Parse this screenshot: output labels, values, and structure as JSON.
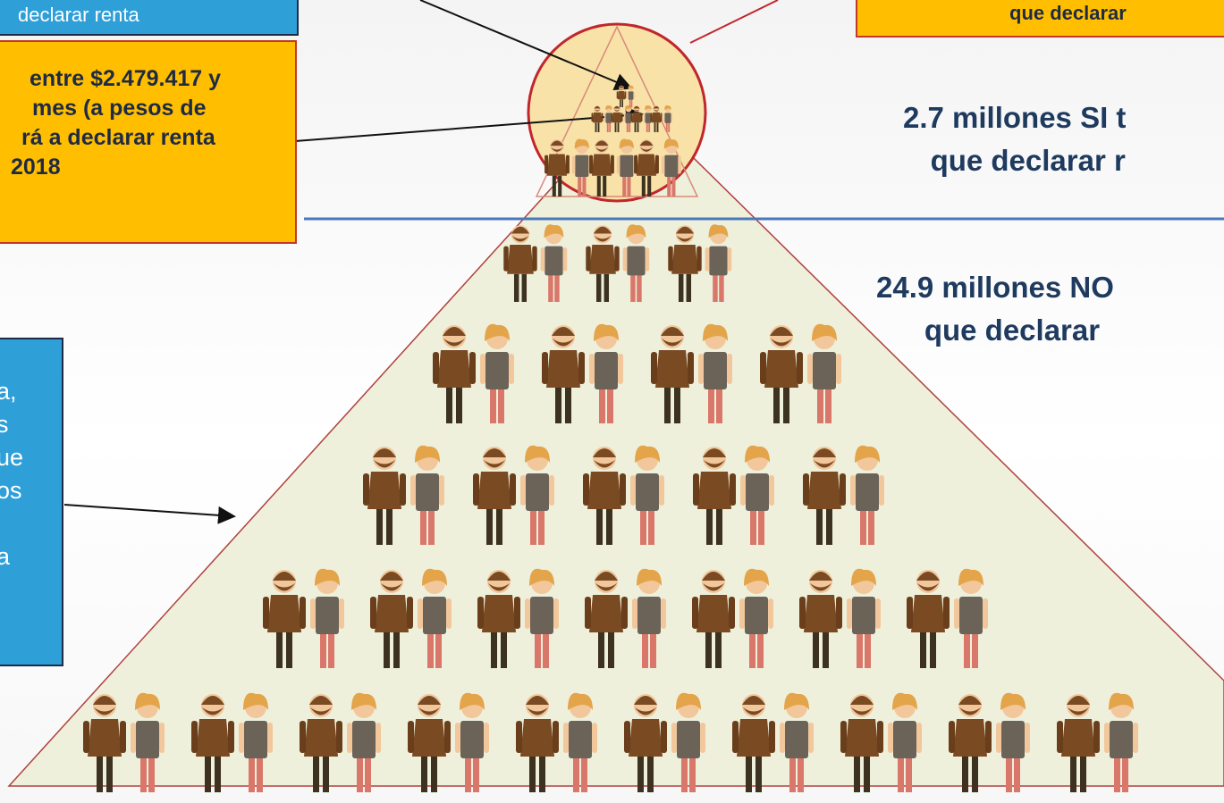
{
  "top_left_box": {
    "lines": [
      "declarar renta"
    ]
  },
  "left_gold_box": {
    "lines": [
      "entre $2.479.417 y",
      "mes (a pesos de",
      "rá a declarar renta",
      "2018"
    ]
  },
  "left_blue_box": {
    "lines": [
      "a,",
      "s",
      "ue",
      "os",
      "",
      "a"
    ]
  },
  "top_right_box": {
    "lines": [
      "que declarar"
    ]
  },
  "stat_si": {
    "line1": "2.7 millones SI t",
    "line2": "que declarar r"
  },
  "stat_no": {
    "line1": "24.9 millones NO",
    "line2": "que declarar"
  },
  "colors": {
    "blue_box": "#2f9fd8",
    "gold_box": "#ffbf00",
    "pyramid_fill": "#eef0dc",
    "circle_fill": "#f8e2a8",
    "circle_stroke": "#c0272d",
    "divider": "#4a78b8",
    "text_dark": "#1f3a5f"
  },
  "figures": {
    "man_icon": "man-figure-icon",
    "woman_icon": "woman-figure-icon"
  }
}
